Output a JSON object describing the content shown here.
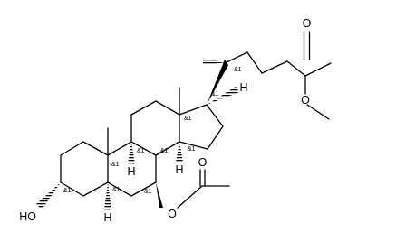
{
  "diagram": {
    "atoms": {
      "o_carbonyl": "O",
      "o_ester": "O",
      "o_acetate_ester": "O",
      "o_acetate_carbonyl": "O",
      "ho": "HO",
      "h_c17": "H",
      "h_c9": "H",
      "h_c14": "H",
      "h_c5": "H"
    },
    "stereo_label": "&1"
  }
}
